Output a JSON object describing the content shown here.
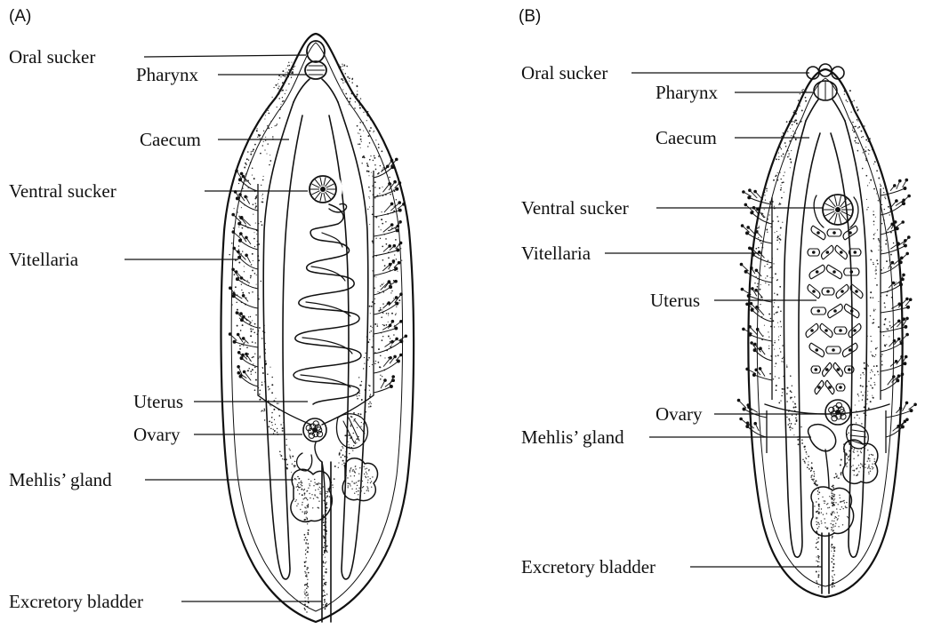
{
  "panels": [
    {
      "letter": "(A)",
      "labels": {
        "oral_sucker": "Oral sucker",
        "pharynx": "Pharynx",
        "caecum": "Caecum",
        "ventral_sucker": "Ventral sucker",
        "vitellaria": "Vitellaria",
        "uterus": "Uterus",
        "ovary": "Ovary",
        "mehlis_gland": "Mehlis’ gland",
        "excretory_bladder": "Excretory bladder"
      }
    },
    {
      "letter": "(B)",
      "labels": {
        "oral_sucker": "Oral sucker",
        "pharynx": "Pharynx",
        "caecum": "Caecum",
        "ventral_sucker": "Ventral sucker",
        "vitellaria": "Vitellaria",
        "uterus": "Uterus",
        "ovary": "Ovary",
        "mehlis_gland": "Mehlis’ gland",
        "excretory_bladder": "Excretory bladder"
      }
    }
  ]
}
